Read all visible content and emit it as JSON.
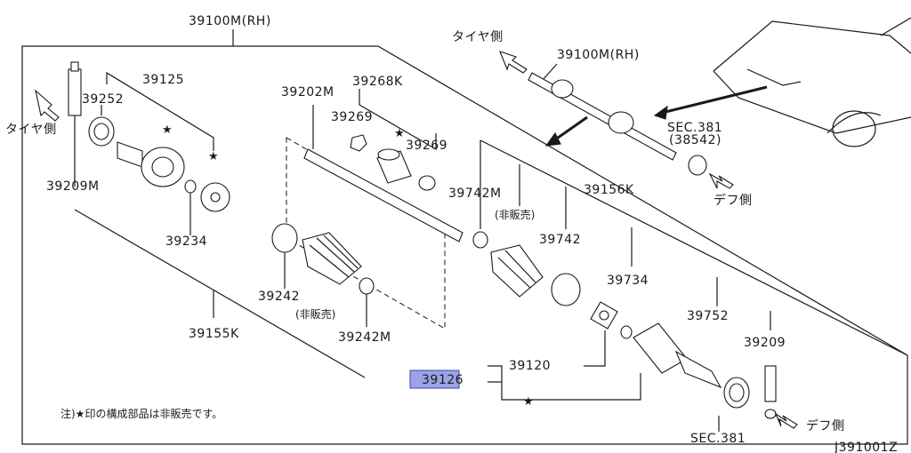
{
  "diagram": {
    "title_part": "39100M(RH)",
    "drawing_number": "J391001Z",
    "note": "注)★印の構成部品は非販売です。",
    "highlighted_part": "39126",
    "star": "★",
    "labels": {
      "p39252": "39252",
      "p39125": "39125",
      "p39209m": "39209M",
      "p39234": "39234",
      "p39202m": "39202M",
      "p39268k": "39268K",
      "p39269a": "39269",
      "p39269b": "39269",
      "p39242": "39242",
      "p39242_nfs": "(非販売)",
      "p39242m": "39242M",
      "p39155k": "39155K",
      "p39742m": "39742M",
      "p39742m_nfs": "(非販売)",
      "p39742": "39742",
      "p39156k": "39156K",
      "p39734": "39734",
      "p39752": "39752",
      "p39209": "39209",
      "p39120": "39120",
      "p39126": "39126",
      "sec381_bottom": "SEC.381",
      "inset_title": "39100M(RH)",
      "inset_sec": "SEC.381",
      "inset_sec_sub": "(38542)"
    },
    "directions": {
      "tire_side_left": "タイヤ側",
      "tire_side_top": "タイヤ側",
      "diff_side_inset": "デフ側",
      "diff_side_bottom": "デフ側"
    }
  }
}
